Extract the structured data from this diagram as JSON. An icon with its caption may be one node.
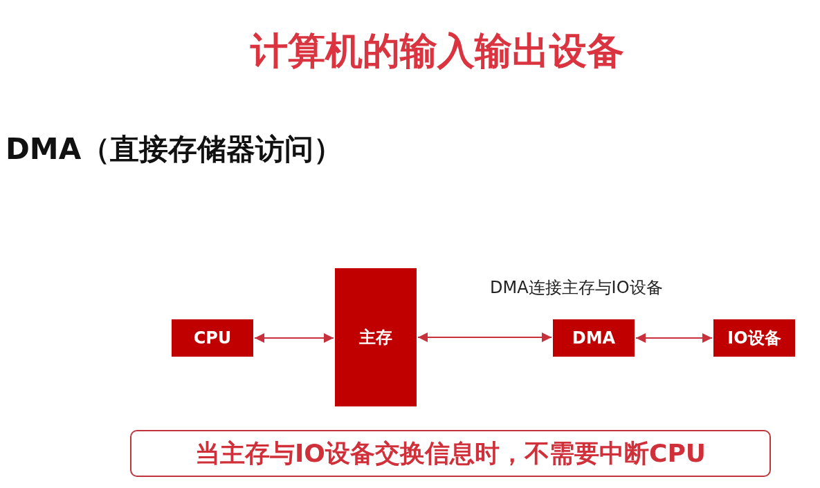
{
  "diagram": {
    "title": "计算机的输入输出设备",
    "nodes": [
      {
        "text": [
          "CPU"
        ]
      },
      {
        "text": [
          "主存"
        ]
      },
      {
        "text": [
          "DMA"
        ]
      },
      {
        "text": [
          "IO设备"
        ]
      },
      {
        "text": [
          "当主存与IO设备交换信息时，不需要中断CPU"
        ]
      }
    ],
    "edges": [
      {
        "from": 0,
        "to": 1,
        "arrow": "both"
      },
      {
        "from": 1,
        "to": 2,
        "arrow": "both"
      },
      {
        "from": 2,
        "to": 3,
        "arrow": "both"
      }
    ],
    "labels": [
      "DMA（直接存储器访问）",
      "DMA连接主存与IO设备"
    ]
  }
}
